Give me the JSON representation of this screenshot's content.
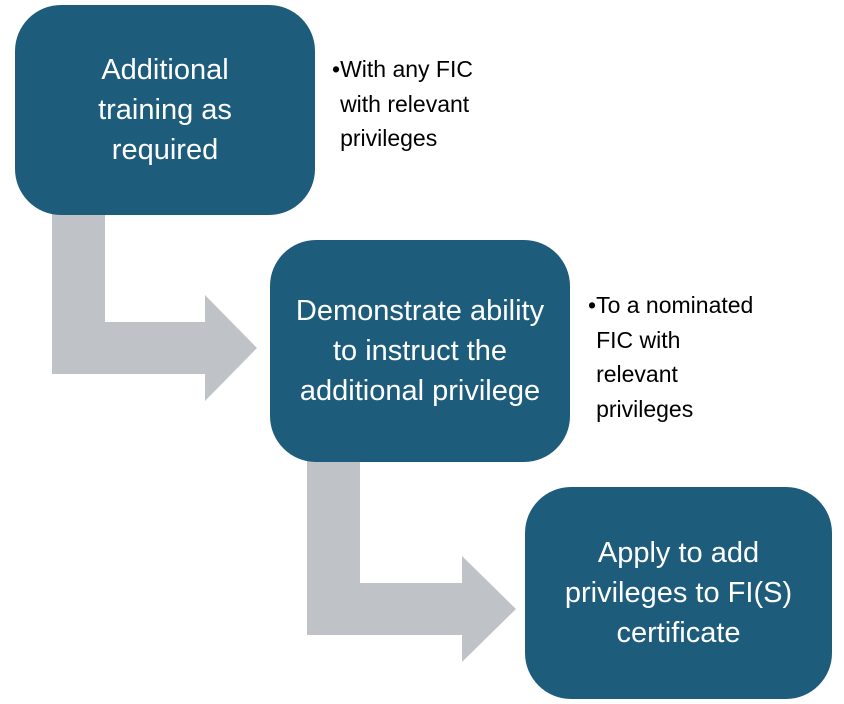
{
  "colors": {
    "box_fill": "#1e5c7c",
    "box_text": "#ffffff",
    "arrow_fill": "#bfc3c7",
    "note_text": "#000000"
  },
  "steps": [
    {
      "label": "Additional training as required",
      "bullet": "•",
      "note": "With any FIC with relevant privileges"
    },
    {
      "label": "Demonstrate ability to instruct the additional privilege",
      "bullet": "•",
      "note": "To a nominated FIC with relevant privileges"
    },
    {
      "label": "Apply to add privileges to FI(S) certificate"
    }
  ]
}
